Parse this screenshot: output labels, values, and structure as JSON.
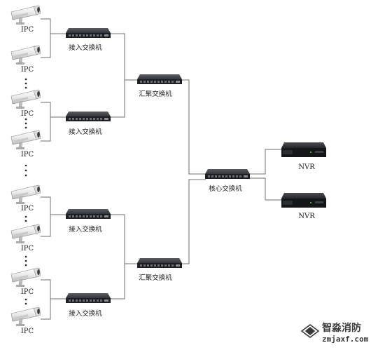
{
  "labels": {
    "ipc": "IPC",
    "access_switch": "接入交换机",
    "aggregation_switch": "汇聚交换机",
    "core_switch": "核心交换机",
    "nvr": "NVR"
  },
  "watermark": {
    "name": "智淼消防",
    "domain": "zmjaxf.com"
  },
  "colors": {
    "switch_body": "#2b2d31",
    "nvr_body": "#1e1f22",
    "wire": "#6f6f6f",
    "watermark": "#3a3a3a"
  }
}
